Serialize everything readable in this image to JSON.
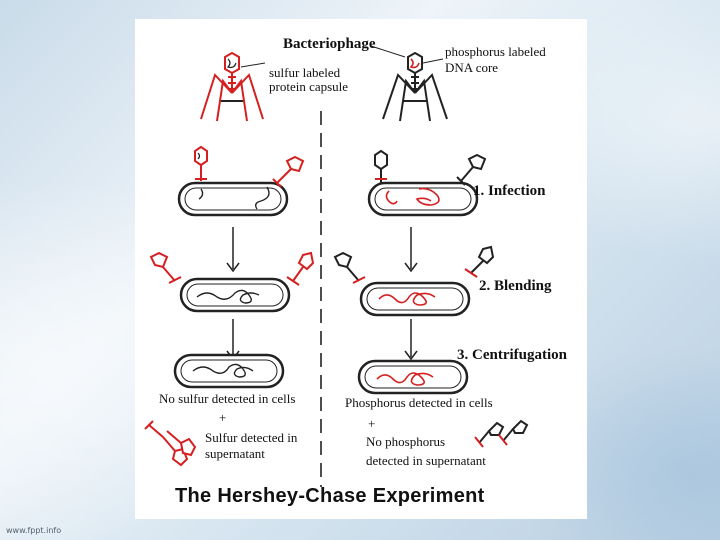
{
  "diagram": {
    "title": "The Hershey-Chase Experiment",
    "labels": {
      "bacteriophage": "Bacteriophage",
      "sulfur_capsule_line1": "sulfur labeled",
      "sulfur_capsule_line2": "protein capsule",
      "phosphorus_core_line1": "phosphorus labeled",
      "phosphorus_core_line2": "DNA core",
      "step1": "1. Infection",
      "step2": "2. Blending",
      "step3": "3. Centrifugation",
      "left_result1": "No sulfur detected in cells",
      "left_plus": "+",
      "left_result2_line1": "Sulfur detected in",
      "left_result2_line2": "supernatant",
      "right_result1": "Phosphorus detected in cells",
      "right_plus": "+",
      "right_result2_line1": "No phosphorus",
      "right_result2_line2": "detected in supernatant"
    },
    "colors": {
      "label_red": "#d42020",
      "outline": "#222222"
    }
  },
  "watermark": "www.fppt.info"
}
